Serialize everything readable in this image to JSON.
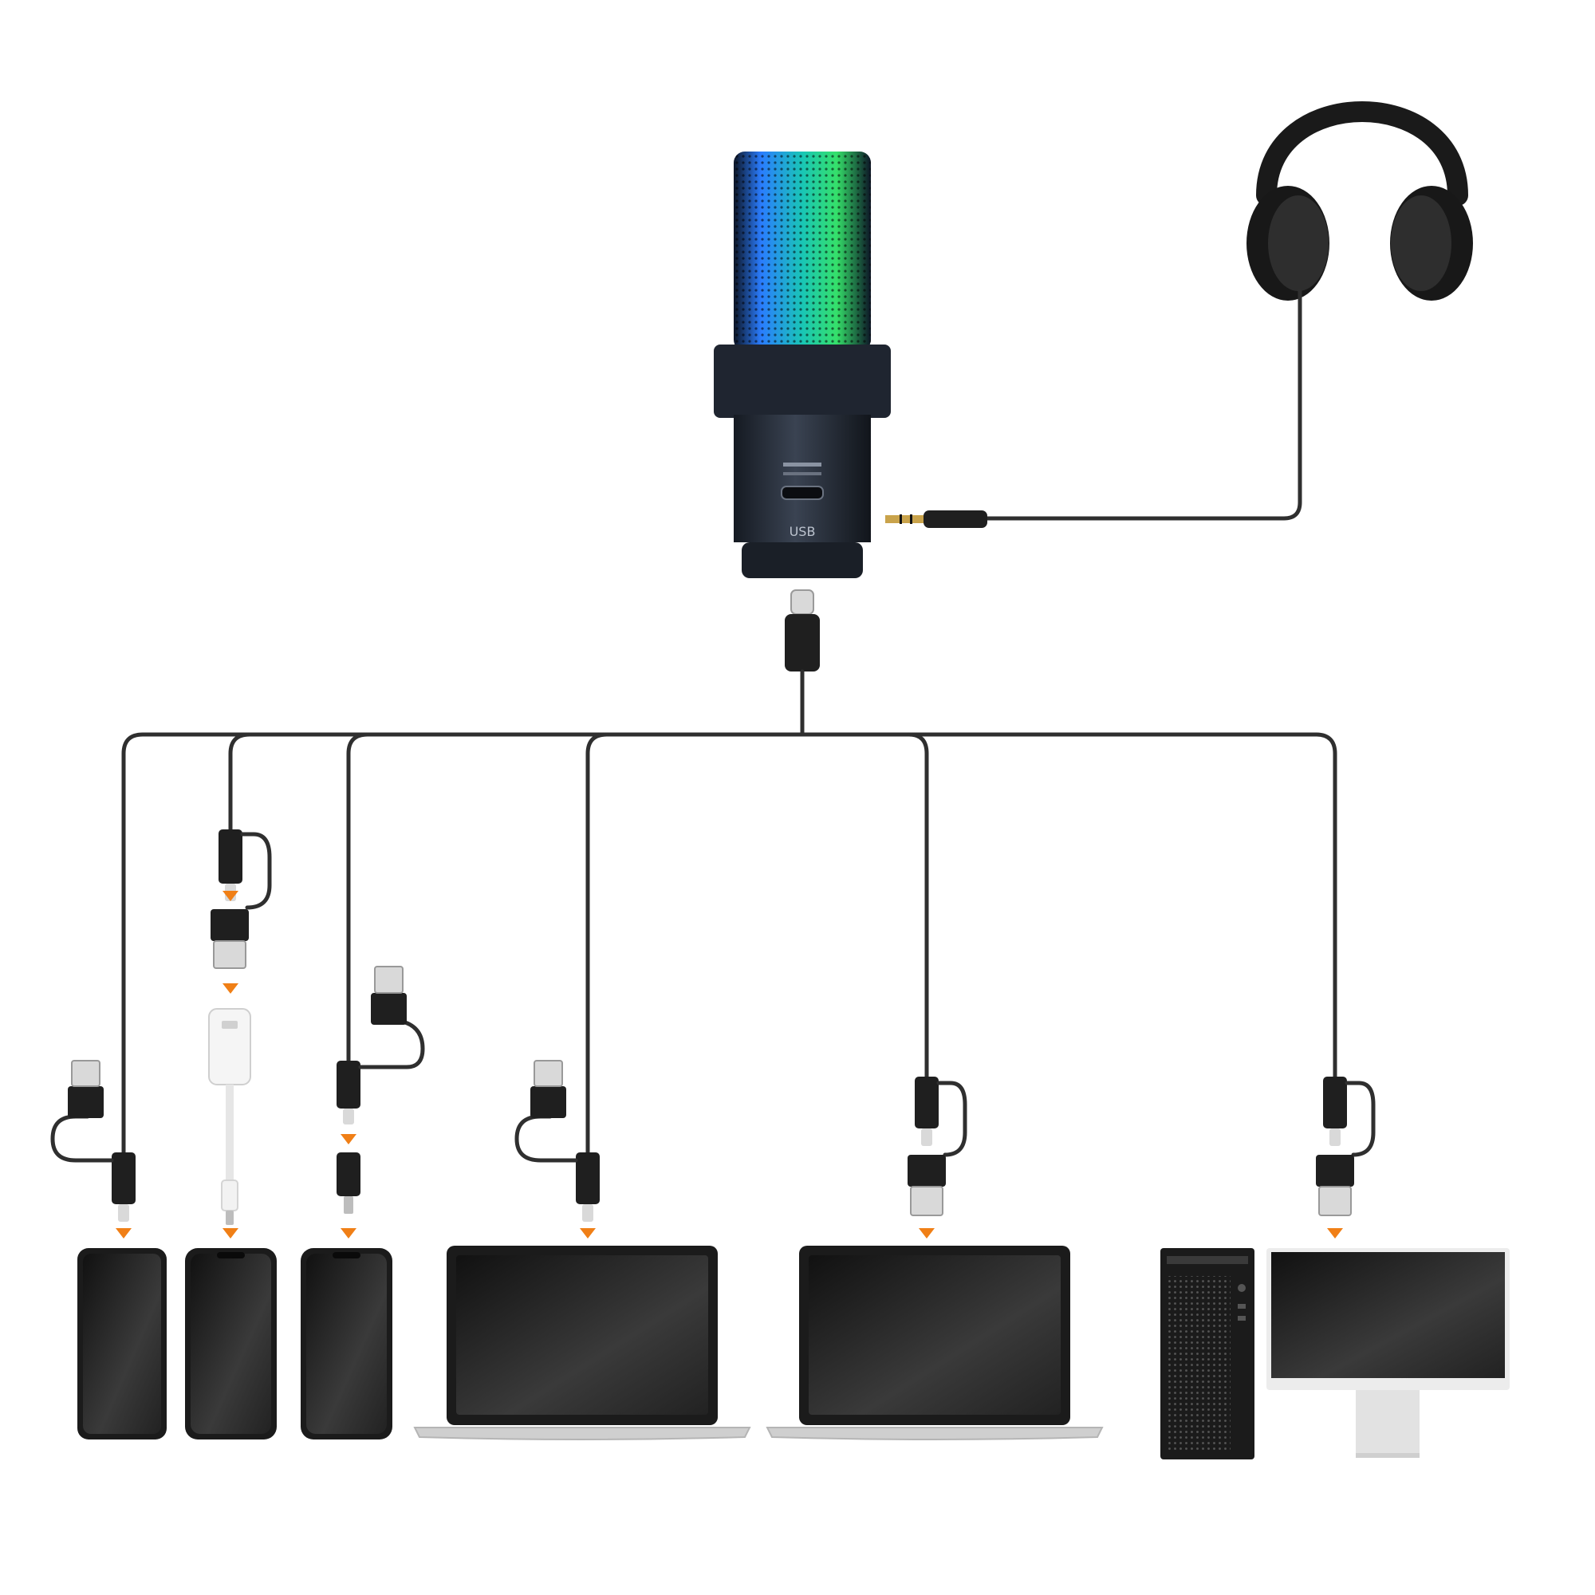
{
  "diagram": {
    "microphone": {
      "port_label": "USB",
      "light_colors": [
        "#2a7dff",
        "#19c6b6",
        "#35e06a",
        "#7fe34a"
      ]
    },
    "accent_color": "#f07f16",
    "cable_color": "#2f2f2f",
    "devices": [
      {
        "kind": "phone",
        "connector": "usb-c"
      },
      {
        "kind": "phone",
        "connector": "lightning-adapter"
      },
      {
        "kind": "phone",
        "connector": "lightning"
      },
      {
        "kind": "laptop",
        "connector": "usb-c"
      },
      {
        "kind": "laptop",
        "connector": "usb-a"
      },
      {
        "kind": "desktop-pc",
        "connector": "usb-a"
      }
    ],
    "icons": [
      "microphone-icon",
      "headphones-icon",
      "audio-jack-icon",
      "usb-c-plug-icon",
      "usb-a-plug-icon",
      "lightning-adapter-icon",
      "phone-icon",
      "laptop-icon",
      "desktop-tower-icon",
      "monitor-icon",
      "arrow-down-icon"
    ]
  }
}
